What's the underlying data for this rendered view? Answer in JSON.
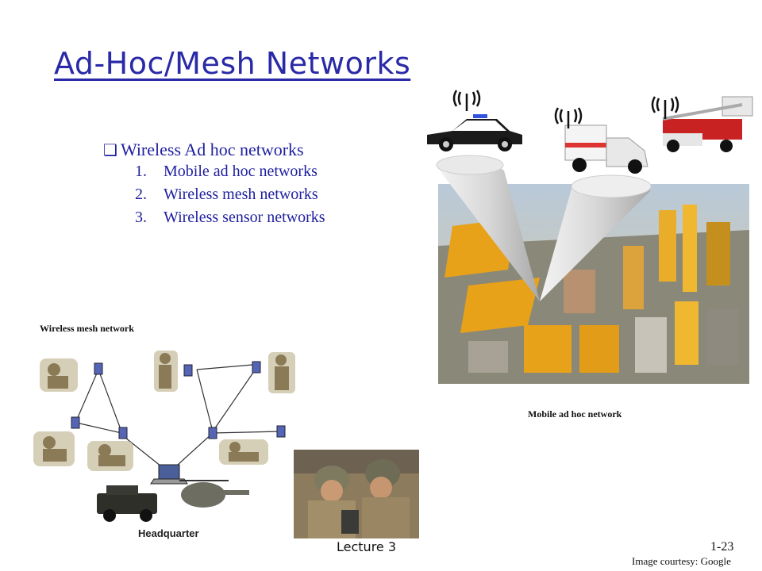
{
  "slide": {
    "title": "Ad-Hoc/Mesh Networks",
    "bullet_main": "Wireless Ad hoc networks",
    "items": [
      {
        "num": "1.",
        "label": "Mobile ad hoc networks"
      },
      {
        "num": "2.",
        "label": "Wireless mesh networks"
      },
      {
        "num": "3.",
        "label": "Wireless sensor networks"
      }
    ],
    "mesh_caption": "Wireless mesh network",
    "mobile_caption": "Mobile ad hoc network",
    "headquarter_label": "Headquarter",
    "footer_lecture": "Lecture 3",
    "footer_slide": "1-23",
    "footer_courtesy": "Image courtesy: Google"
  },
  "colors": {
    "title": "#2a2aa8",
    "bullet_text": "#1f1fa0",
    "city_orange": "#e8a21a"
  },
  "icons": [
    "checkbox-bullet-icon",
    "antenna-icon",
    "laptop-icon",
    "pda-icon"
  ]
}
